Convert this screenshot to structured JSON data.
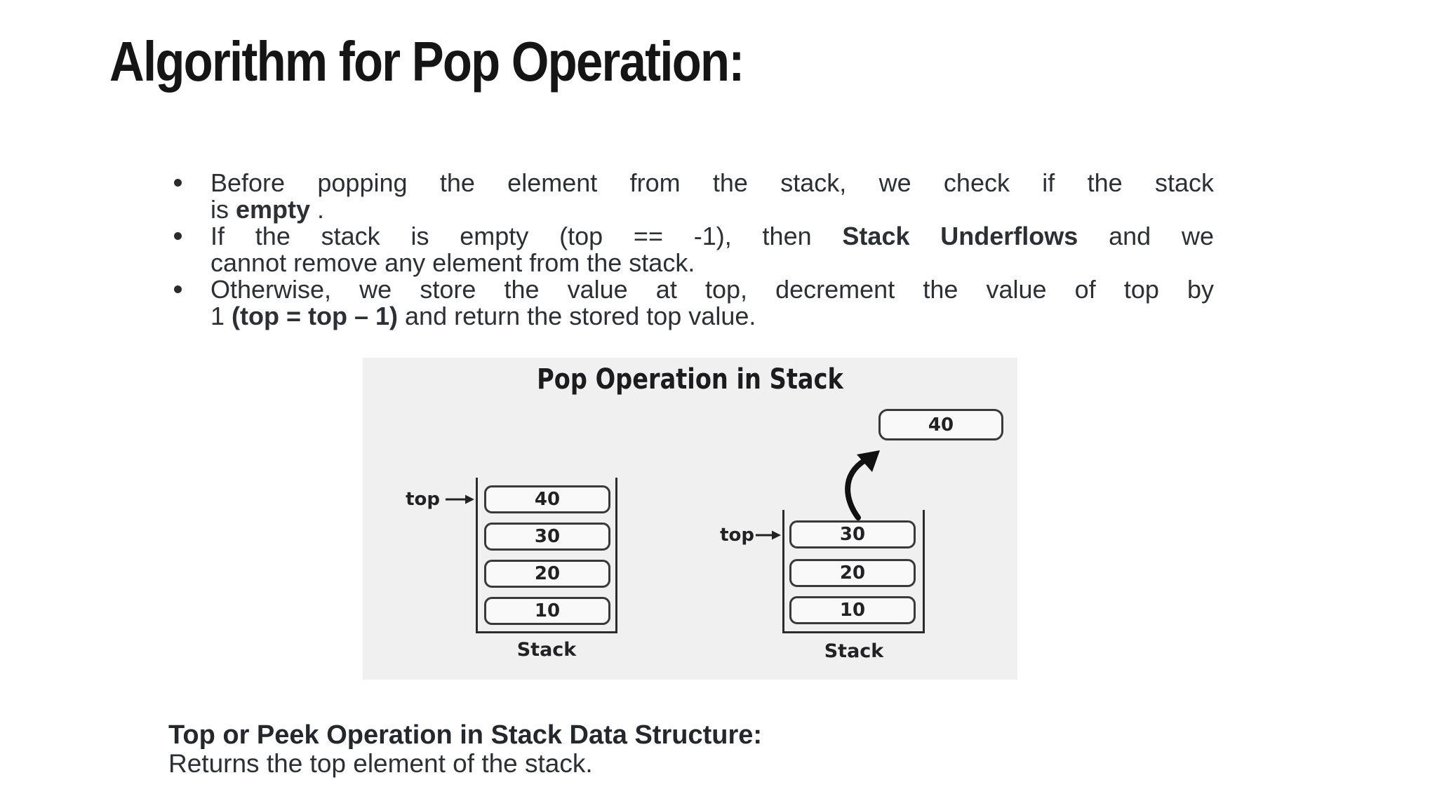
{
  "page": {
    "title": "Algorithm for Pop Operation:"
  },
  "bullets": {
    "items": [
      {
        "lines": [
          {
            "justify": true,
            "segments": [
              {
                "text": "Before popping the element from the stack, we check if the stack",
                "bold": false
              }
            ]
          },
          {
            "justify": false,
            "segments": [
              {
                "text": "is ",
                "bold": false
              },
              {
                "text": "empty",
                "bold": true
              },
              {
                "text": " .",
                "bold": false
              }
            ]
          }
        ]
      },
      {
        "lines": [
          {
            "justify": true,
            "segments": [
              {
                "text": "If the stack is empty (top == -1), then ",
                "bold": false
              },
              {
                "text": "Stack Underflows",
                "bold": true
              },
              {
                "text": " and we",
                "bold": false
              }
            ]
          },
          {
            "justify": false,
            "segments": [
              {
                "text": "cannot remove any element from the stack.",
                "bold": false
              }
            ]
          }
        ]
      },
      {
        "lines": [
          {
            "justify": true,
            "segments": [
              {
                "text": "Otherwise, we store the value at top, decrement the value of top by",
                "bold": false
              }
            ]
          },
          {
            "justify": false,
            "segments": [
              {
                "text": "1 ",
                "bold": false
              },
              {
                "text": "(top = top – 1)",
                "bold": true
              },
              {
                "text": " and return the stored top value.",
                "bold": false
              }
            ]
          }
        ]
      }
    ]
  },
  "diagram": {
    "title": "Pop Operation in Stack",
    "popped_value": "40",
    "before": {
      "pointer_label": "top",
      "items": [
        "40",
        "30",
        "20",
        "10"
      ],
      "label": "Stack"
    },
    "after": {
      "pointer_label": "top",
      "items": [
        "30",
        "20",
        "10"
      ],
      "label": "Stack"
    },
    "colors": {
      "panel_bg": "#f0f0f1",
      "box_fill": "#f9f9fa",
      "line": "#2c2c2e",
      "text": "#222224"
    }
  },
  "footer": {
    "heading": "Top or Peek Operation in Stack Data Structure:",
    "body": "Returns the top element of the stack."
  }
}
